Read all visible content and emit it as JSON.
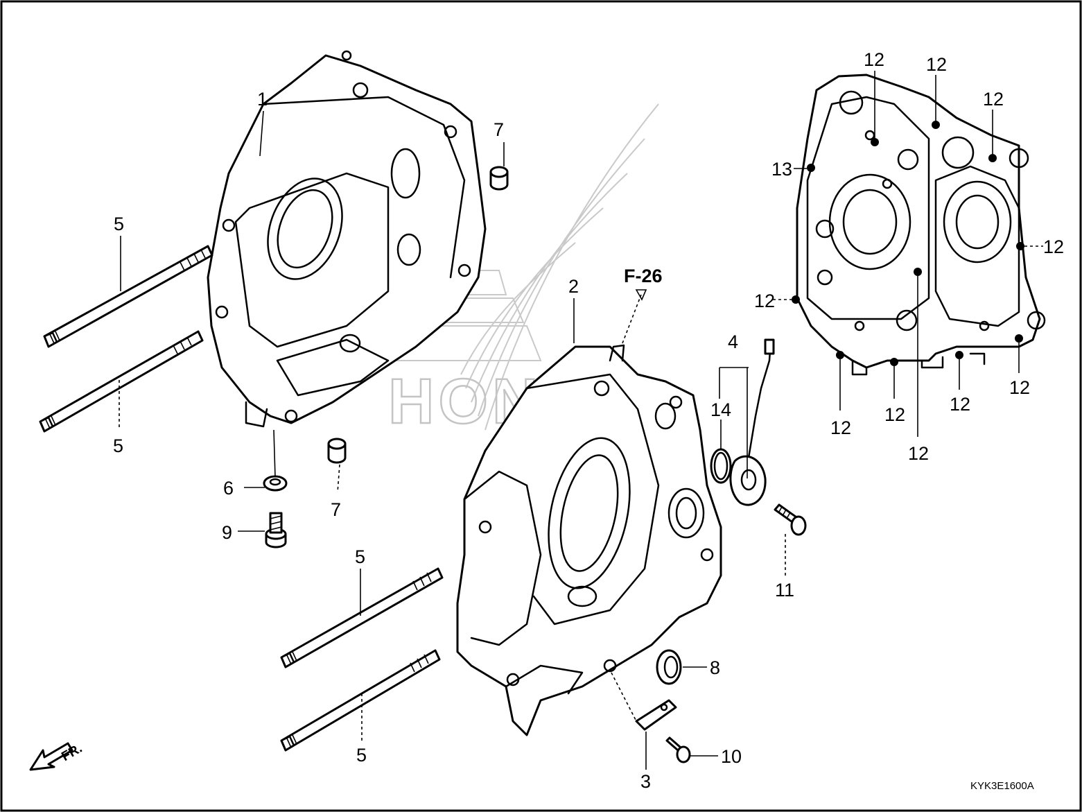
{
  "callouts": {
    "c1": "1",
    "c2": "2",
    "c3": "3",
    "c4": "4",
    "c5a": "5",
    "c5b": "5",
    "c5c": "5",
    "c5d": "5",
    "c6": "6",
    "c7a": "7",
    "c7b": "7",
    "c8": "8",
    "c9": "9",
    "c10": "10",
    "c11": "11",
    "c13": "13",
    "c14": "14",
    "c12": [
      "12",
      "12",
      "12",
      "12",
      "12",
      "12",
      "12",
      "12",
      "12",
      "12"
    ]
  },
  "reference": "F-26",
  "direction_label": "FR.",
  "diagram_code": "KYK3E1600A",
  "watermark": "HONDA"
}
